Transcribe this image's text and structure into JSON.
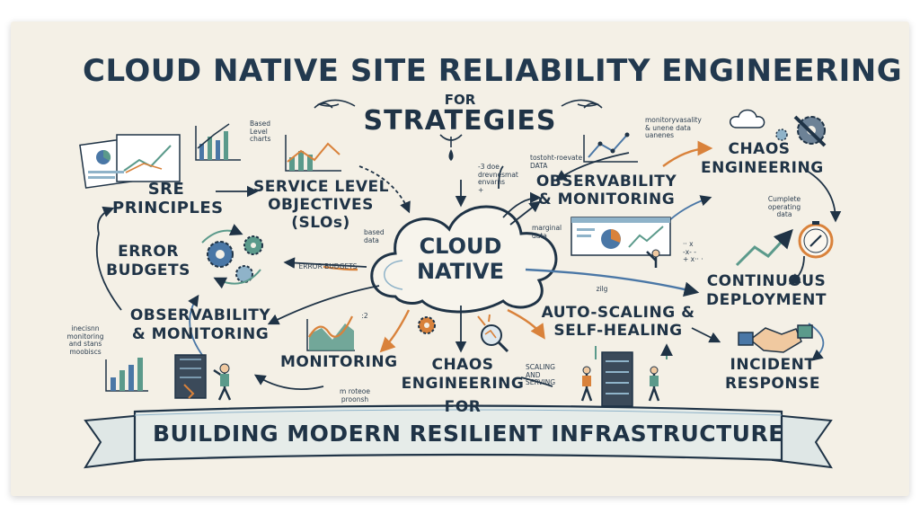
{
  "header": {
    "title": "CLOUD NATIVE SITE RELIABILITY ENGINEERING",
    "for_top": "FOR",
    "subtitle": "STRATEGIES"
  },
  "center": {
    "line1": "CLOUD",
    "line2": "NATIVE"
  },
  "nodes": {
    "sre_principles": {
      "line1": "SRE",
      "line2": "PRINCIPLES"
    },
    "slo": {
      "line1": "SERVICE LEVEL",
      "line2": "OBJECTIVES",
      "line3": "(SLOs)"
    },
    "error_budgets": {
      "line1": "ERROR",
      "line2": "BUDGETS"
    },
    "obs_left": {
      "line1": "OBSERVABILITY",
      "line2": "& MONITORING"
    },
    "monitoring": {
      "label": "MONITORING"
    },
    "obs_right": {
      "line1": "OBSERVABILITY",
      "line2": "& MONITORING"
    },
    "chaos_right": {
      "line1": "CHAOS",
      "line2": "ENGINEERING"
    },
    "continuous_deployment": {
      "line1": "CONTINUOUS",
      "line2": "DEPLOYMENT"
    },
    "autoscaling": {
      "line1": "AUTO-SCALING &",
      "line2": "SELF-HEALING"
    },
    "chaos_bottom": {
      "line1": "CHAOS",
      "line2": "ENGINEERING",
      "line3": "FOR"
    },
    "incident_response": {
      "line1": "INCIDENT",
      "line2": "RESPONSE"
    }
  },
  "notes": {
    "based_level": [
      "Based",
      "Level",
      "charts"
    ],
    "error_budgets_note": "ERROR BUDGETS",
    "based_data": [
      "based",
      "data"
    ],
    "does_note": [
      "-3 doe",
      "drevnesmat",
      "envarns",
      "+"
    ],
    "tostoht": [
      "tostoht-roevate",
      "DATA"
    ],
    "marginal": [
      "marginal",
      "data"
    ],
    "monitorvy": [
      "monitoryvasality",
      "& unene data",
      "uanenes"
    ],
    "cumplete": [
      "Cumplete",
      "operating",
      "data"
    ],
    "x_note": [
      "·· x",
      "-x- -",
      "+ x·· ·"
    ],
    "incident_note": [
      "inecisnn",
      "monitoring",
      "and stans",
      "moobiscs"
    ],
    "rotor_note": [
      "m roteoe",
      "proonsh"
    ],
    "scaling_serving": [
      "SCALING",
      "AND",
      "SERVING"
    ],
    "zilg": "zilg",
    "two": ":2"
  },
  "banner": {
    "text": "BUILDING MODERN RESILIENT INFRASTRUCTURE"
  },
  "colors": {
    "ink": "#1f3346",
    "teal": "#5b9a8b",
    "orange": "#d9823b",
    "blue": "#4a77a6",
    "paper": "#f4f0e6"
  }
}
